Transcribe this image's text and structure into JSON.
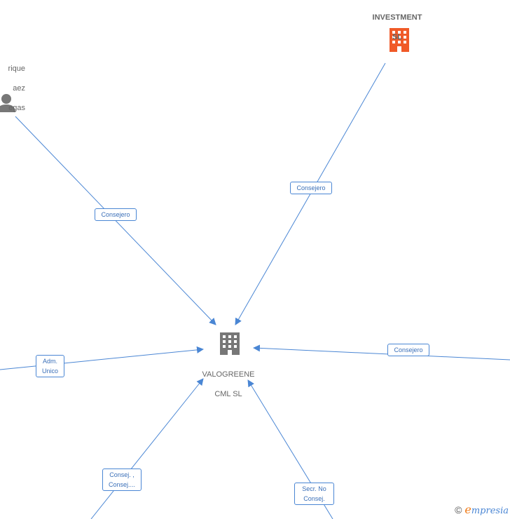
{
  "nodes": {
    "center": {
      "line1": "VALOGREENE",
      "line2": "CML  SL",
      "icon": "building-icon",
      "color": "#777777"
    },
    "investment": {
      "line1": "INVESTMENT",
      "line2": "SL",
      "icon": "building-icon",
      "color": "#f05a28"
    },
    "person": {
      "line1": "rique",
      "line2": "aez",
      "line3": "egas",
      "icon": "person-icon",
      "color": "#777777"
    }
  },
  "edges": {
    "investment": "Consejero",
    "person": "Consejero",
    "right": "Consejero",
    "left": "Adm.\nUnico",
    "bottom_left": "Consej. ,\nConsej....",
    "bottom_right": "Secr.  No\nConsej."
  },
  "footer": {
    "copyright": "©",
    "brand_initial": "e",
    "brand_rest": "mpresia"
  },
  "colors": {
    "edge": "#4a86d4",
    "label_text": "#3a6fb8"
  }
}
